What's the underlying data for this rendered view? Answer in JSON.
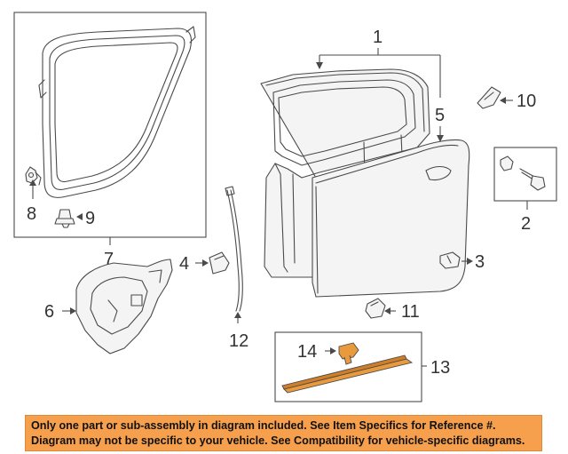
{
  "callouts": {
    "c1": "1",
    "c2": "2",
    "c3": "3",
    "c4": "4",
    "c5": "5",
    "c6": "6",
    "c7": "7",
    "c8": "8",
    "c9": "9",
    "c10": "10",
    "c11": "11",
    "c12": "12",
    "c13": "13",
    "c14": "14"
  },
  "notice": {
    "line1": "Only one part or sub-assembly in diagram included. See Item Specifics for Reference #.",
    "line2": "Diagram may not be specific to your vehicle. See Compatibility for vehicle-specific diagrams."
  },
  "colors": {
    "notice_bg": "#f6a04d",
    "highlight_part": "#e89a3c",
    "line": "#4a4a4a"
  }
}
